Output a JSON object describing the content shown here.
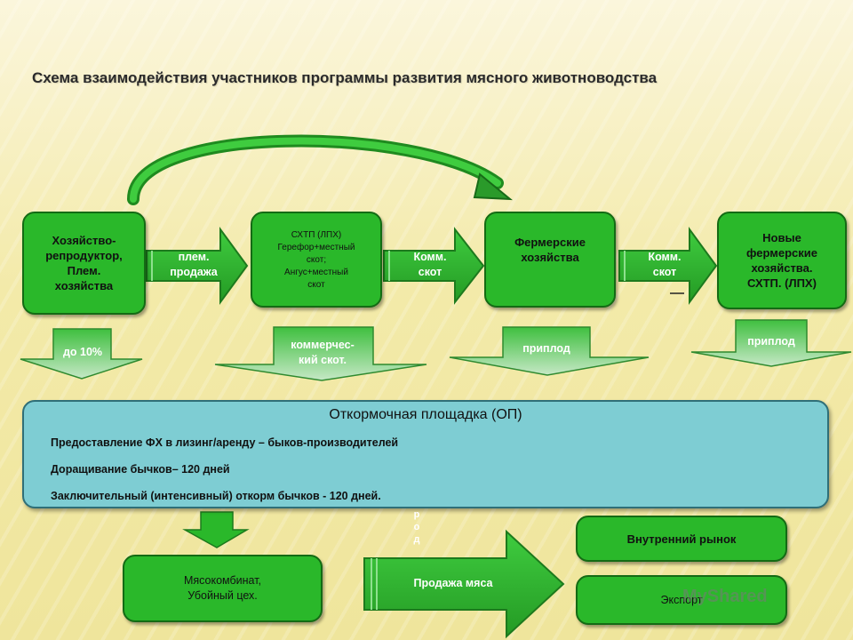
{
  "title": "Схема взаимодействия участников программы развития мясного животноводства",
  "boxes": {
    "b1": "Хозяйство-\nрепродуктор,\nПлем.\nхозяйства",
    "b2": "СХТП (ЛПХ)\nГерефор+местный\nскот;\nАнгус+местный\nскот",
    "b3": "Фермерские\nхозяйства",
    "b4": "Новые\nфермерские\nхозяйства.\nСХТП. (ЛПХ)",
    "meat": "Мясокомбинат,\nУбойный цех.",
    "internal": "Внутренний рынок",
    "export": "Экспорт"
  },
  "arrows": {
    "a1": "плем.\nпродажа",
    "a2": "Комм.\nскот",
    "a3": "Комм.\nскот",
    "sale": "Продажа мяса"
  },
  "down_arrows": {
    "d1": "до 10%",
    "d2": "коммерчес-\nкий скот.",
    "d3": "приплод",
    "d4": "приплод"
  },
  "op": {
    "title": "Откормочная площадка (ОП)",
    "lines": [
      "Предоставление ФХ в лизинг/аренду – быков-производителей",
      "Доращивание бычков– 120 дней",
      "Заключительный (интенсивный) откорм бычков  - 120 дней."
    ]
  },
  "vertical_text": "р\nо\nд",
  "watermark": "MyShared",
  "colors": {
    "box_green": "#2ab82a",
    "arrow_green": "#33bb33",
    "op_fill": "#7ecdd3"
  }
}
